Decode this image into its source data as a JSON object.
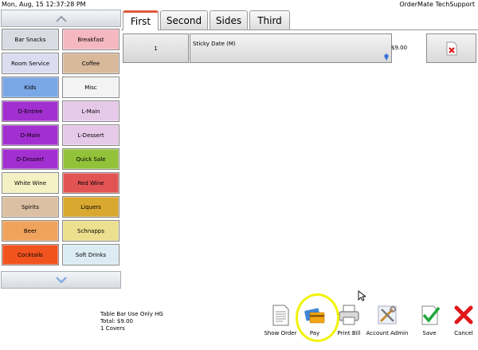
{
  "header": {
    "datetime": "Mon, Aug, 15  12:37:28 PM",
    "app_name": "OrderMate TechSupport"
  },
  "categories": [
    {
      "label": "Bar Snacks",
      "color": "#d8dbe2"
    },
    {
      "label": "Breakfast",
      "color": "#f5b8c0"
    },
    {
      "label": "Room Service",
      "color": "#dcdcf0"
    },
    {
      "label": "Coffee",
      "color": "#d8b99a"
    },
    {
      "label": "Kids",
      "color": "#7aa7e6"
    },
    {
      "label": "Misc",
      "color": "#f3f3f3"
    },
    {
      "label": "D-Entree",
      "color": "#a22fd0"
    },
    {
      "label": "L-Main",
      "color": "#e6c9e9"
    },
    {
      "label": "D-Main",
      "color": "#a22fd0"
    },
    {
      "label": "L-Dessert",
      "color": "#e6c9e9"
    },
    {
      "label": "D-Dessert",
      "color": "#a22fd0"
    },
    {
      "label": "Quick Sale",
      "color": "#92c23a"
    },
    {
      "label": "White Wine",
      "color": "#f4f2c4"
    },
    {
      "label": "Red Wine",
      "color": "#e25454"
    },
    {
      "label": "Spirits",
      "color": "#dcc0a4"
    },
    {
      "label": "Liquers",
      "color": "#d9a82f"
    },
    {
      "label": "Beer",
      "color": "#f0a35c"
    },
    {
      "label": "Schnapps",
      "color": "#ecdf8e"
    },
    {
      "label": "Cocktails",
      "color": "#f2541f"
    },
    {
      "label": "Soft Drinks",
      "color": "#dcecf3"
    }
  ],
  "tabs": [
    {
      "label": "First",
      "active": true
    },
    {
      "label": "Second",
      "active": false
    },
    {
      "label": "Sides",
      "active": false
    },
    {
      "label": "Third",
      "active": false
    }
  ],
  "order_lines": [
    {
      "qty": "1",
      "description": "Sticky Date (M)",
      "price": "$9.00"
    }
  ],
  "summary": {
    "table": "Table Bar Use Only HG",
    "total": "Total: $9.00",
    "covers": "1 Covers"
  },
  "actions": [
    {
      "label": "Show Order",
      "icon": "document-icon"
    },
    {
      "label": "Pay",
      "icon": "credit-card-icon"
    },
    {
      "label": "Print Bill",
      "icon": "printer-icon"
    },
    {
      "label": "Account Admin",
      "icon": "tools-icon"
    },
    {
      "label": "Save",
      "icon": "checkmark-icon"
    },
    {
      "label": "Cancel",
      "icon": "cross-icon"
    }
  ]
}
